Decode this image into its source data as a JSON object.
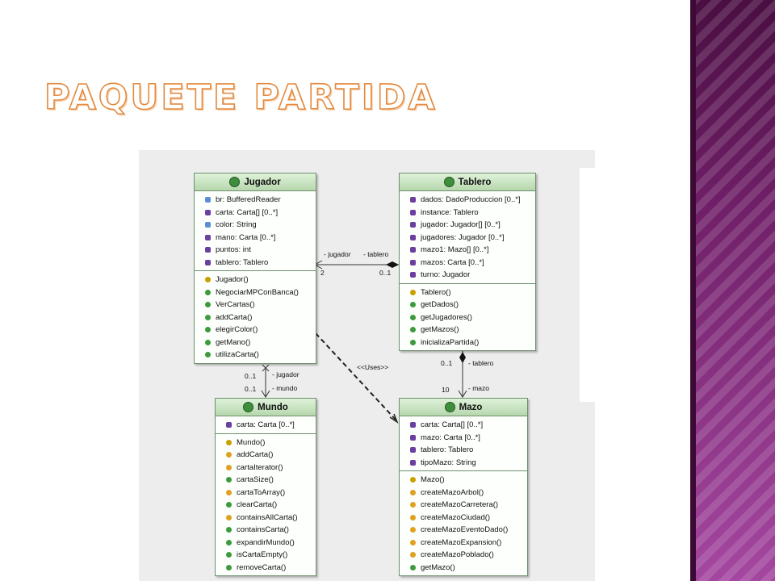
{
  "slide": {
    "title": "PAQUETE PARTIDA"
  },
  "classes": {
    "jugador": {
      "name": "Jugador",
      "attributes": [
        "br: BufferedReader",
        "carta: Carta[] [0..*]",
        "color: String",
        "mano: Carta [0..*]",
        "puntos: int",
        "tablero: Tablero"
      ],
      "methods": [
        "Jugador()",
        "NegociarMPConBanca()",
        "VerCartas()",
        "addCarta()",
        "elegirColor()",
        "getMano()",
        "utilizaCarta()"
      ]
    },
    "tablero": {
      "name": "Tablero",
      "attributes": [
        "dados: DadoProduccion [0..*]",
        "instance: Tablero",
        "jugador: Jugador[] [0..*]",
        "jugadores: Jugador [0..*]",
        "mazo1: Mazo[] [0..*]",
        "mazos: Carta [0..*]",
        "turno: Jugador"
      ],
      "methods": [
        "Tablero()",
        "getDados()",
        "getJugadores()",
        "getMazos()",
        "inicializaPartida()"
      ]
    },
    "mundo": {
      "name": "Mundo",
      "attributes": [
        "carta: Carta [0..*]"
      ],
      "methods": [
        "Mundo()",
        "addCarta()",
        "cartaIterator()",
        "cartaSize()",
        "cartaToArray()",
        "clearCarta()",
        "containsAllCarta()",
        "containsCarta()",
        "expandirMundo()",
        "isCartaEmpty()",
        "removeCarta()"
      ]
    },
    "mazo": {
      "name": "Mazo",
      "attributes": [
        "carta: Carta[] [0..*]",
        "mazo: Carta [0..*]",
        "tablero: Tablero",
        "tipoMazo: String"
      ],
      "methods": [
        "Mazo()",
        "createMazoArbol()",
        "createMazoCarretera()",
        "createMazoCiudad()",
        "createMazoEventoDado()",
        "createMazoExpansion()",
        "createMazoPoblado()",
        "getMazo()"
      ]
    }
  },
  "associations": {
    "jt_jugador": "- jugador",
    "jt_tablero": "- tablero",
    "jt_mult_left": "2",
    "jt_mult_right": "0..1",
    "jm_mult_top": "0..1",
    "jm_role_top": "- jugador",
    "jm_mult_bottom": "0..1",
    "jm_role_bottom": "- mundo",
    "uses": "<<Uses>>",
    "tm_mult_top": "0..1",
    "tm_role_top": "- tablero",
    "tm_mult_bottom": "10",
    "tm_role_bottom": "- mazo"
  }
}
